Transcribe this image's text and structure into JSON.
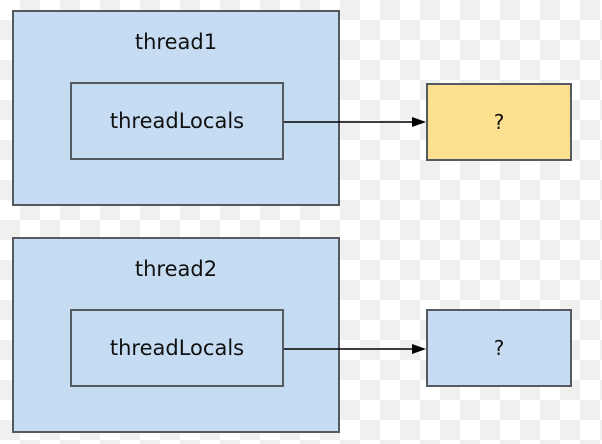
{
  "threads": [
    {
      "title": "thread1",
      "inner_label": "threadLocals",
      "target_label": "?",
      "target_color": "#fde08f"
    },
    {
      "title": "thread2",
      "inner_label": "threadLocals",
      "target_label": "?",
      "target_color": "#c6dcf2"
    }
  ],
  "colors": {
    "box_fill": "#c6dcf2",
    "border": "#555a61",
    "highlight": "#fde08f"
  }
}
